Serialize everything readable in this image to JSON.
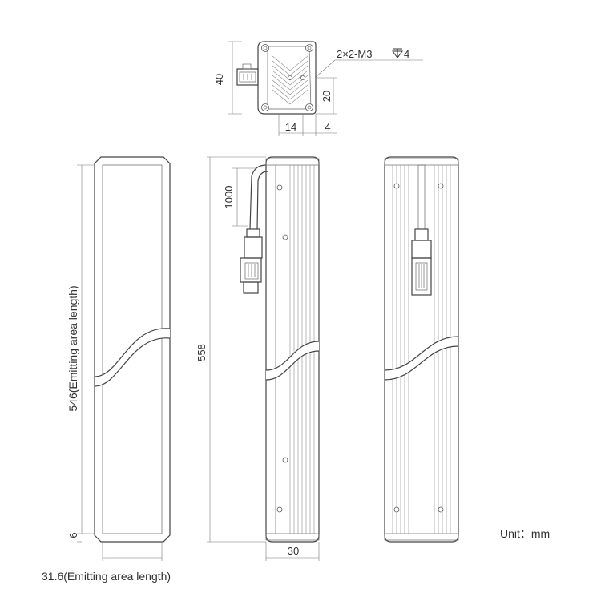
{
  "annotations": {
    "thread_spec": "2×2-M3",
    "thread_depth": "4",
    "unit": "Unit：mm"
  },
  "dimensions": {
    "top_height": "40",
    "top_offset": "20",
    "top_width_a": "14",
    "top_width_b": "4",
    "cable_length": "1000",
    "emitting_length": "546(Emitting area length)",
    "total_length": "558",
    "end_margin": "6",
    "emitting_width": "31.6(Emitting area length)",
    "body_width": "30"
  },
  "colors": {
    "line": "#444444",
    "fin": "#888888",
    "background": "#ffffff"
  }
}
